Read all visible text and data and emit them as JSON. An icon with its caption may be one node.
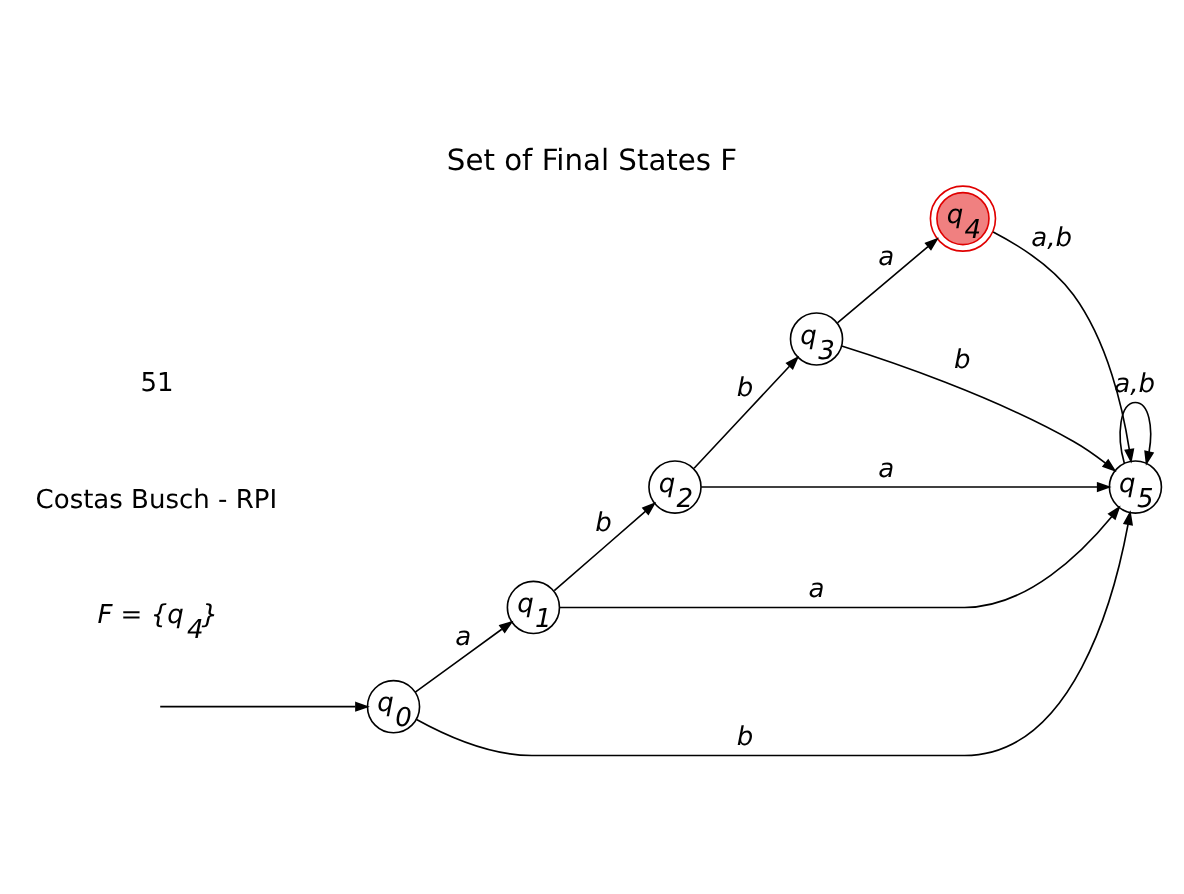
{
  "diagram": {
    "title": "Set of Final States F",
    "nodes": [
      {
        "text": [
          "q$_{0}$"
        ]
      },
      {
        "text": [
          "q$_{1}$"
        ]
      },
      {
        "text": [
          "q$_{2}$"
        ]
      },
      {
        "text": [
          "q$_{3}$"
        ]
      },
      {
        "text": [
          "q$_{4}$"
        ]
      },
      {
        "text": [
          "q$_{5}$"
        ]
      }
    ],
    "edges": [
      {
        "from": null,
        "to": 0,
        "arrow": "to"
      },
      {
        "from": 0,
        "to": 1,
        "arrow": "to",
        "label": "a"
      },
      {
        "from": 1,
        "to": 2,
        "arrow": "to",
        "label": "b"
      },
      {
        "from": 2,
        "to": 3,
        "arrow": "to",
        "label": "b"
      },
      {
        "from": 3,
        "to": 4,
        "arrow": "to",
        "label": "a"
      },
      {
        "from": 0,
        "to": 5,
        "arrow": "to",
        "label": "b"
      },
      {
        "from": 1,
        "to": 5,
        "arrow": "to",
        "label": "a"
      },
      {
        "from": 2,
        "to": 5,
        "arrow": "to",
        "label": "a"
      },
      {
        "from": 3,
        "to": 5,
        "arrow": "to",
        "label": "b"
      },
      {
        "from": 4,
        "to": 5,
        "arrow": "to",
        "label": "a,b"
      },
      {
        "from": 5,
        "to": 5,
        "arrow": "to",
        "label": "a,b"
      }
    ],
    "labels": [
      "F = {q$_{4}$}",
      "Costas Busch - RPI",
      "51"
    ]
  }
}
